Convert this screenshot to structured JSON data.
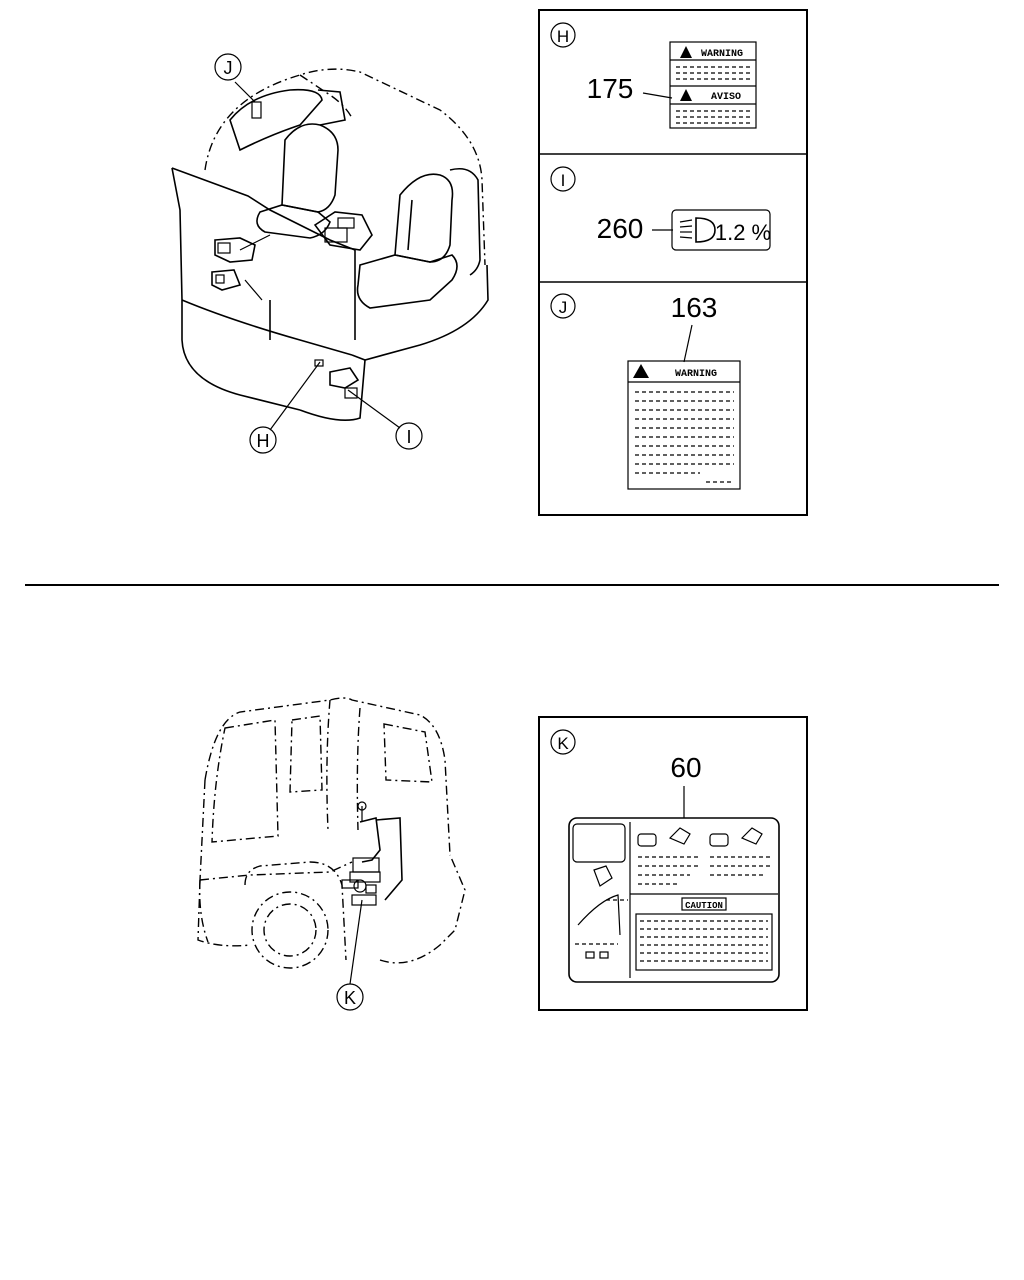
{
  "callouts": {
    "h": "H",
    "i": "I",
    "j": "J",
    "k": "K"
  },
  "parts": {
    "p175": "175",
    "p260": "260",
    "p163": "163",
    "p60": "60"
  },
  "labels": {
    "warning": "WARNING",
    "aviso": "AVISO",
    "warning_j": "WARNING",
    "headlamp_value": "1.2 %",
    "caution": "CAUTION"
  }
}
